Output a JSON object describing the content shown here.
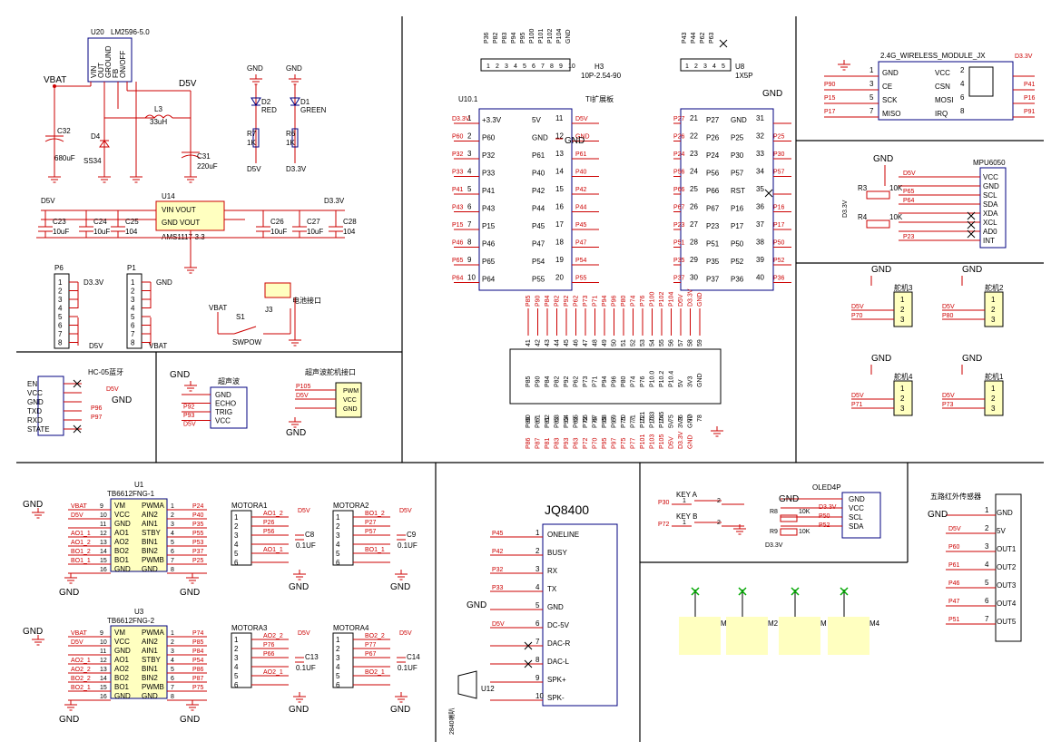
{
  "colors": {
    "wire": "#cc0000",
    "body": "#000080",
    "text": "#000000",
    "net": "#cc0000",
    "fill": "#ffffc0",
    "led": "#00aa00"
  },
  "power": {
    "u20": "U20",
    "lm2596": "LM2596-5.0",
    "vin": "VIN",
    "out": "OUT",
    "ground": "GROUND",
    "fb": "FB",
    "onoff": "ON/OFF",
    "vbat": "VBAT",
    "d5v": "D5V",
    "c32": "C32",
    "c32v": "680uF",
    "l3": "L3",
    "l3v": "33uH",
    "d4": "D4",
    "d4v": "SS34",
    "c31": "C31",
    "c31v": "220uF",
    "d2": "D2",
    "red": "RED",
    "d1": "D1",
    "green": "GREEN",
    "r7": "R7",
    "r6": "R6",
    "k1": "1K",
    "gnd": "GND",
    "d33": "D3.3V",
    "u14": "U14",
    "ams": "AMS1117-3.3",
    "vinvout": "VIN  VOUT",
    "gndvout": "GND VOUT",
    "c23": "C23",
    "c24": "C24",
    "c25": "C25",
    "c26": "C26",
    "c27": "C27",
    "c28": "C28",
    "uf10": "10uF",
    "v104": "104",
    "p6": "P6",
    "p1": "P1",
    "s1": "S1",
    "swpow": "SWPOW",
    "j3": "J3",
    "battery": "电池接口"
  },
  "ti": {
    "h3": "H3",
    "h3v": "10P-2.54-90",
    "u8": "U8",
    "u8v": "1X5P",
    "u10": "U10.1",
    "title": "TI扩展板",
    "h3pins": [
      "P36",
      "P82",
      "P83",
      "P94",
      "P95",
      "P100",
      "P101",
      "P102",
      "P104",
      "GND"
    ],
    "u8pins": [
      "P43",
      "P44",
      "P62",
      "P63",
      ""
    ],
    "left": [
      [
        "1",
        "+3.3V",
        "5V",
        "11"
      ],
      [
        "2",
        "P60",
        "GND",
        "12"
      ],
      [
        "3",
        "P32",
        "P61",
        "13"
      ],
      [
        "4",
        "P33",
        "P40",
        "14"
      ],
      [
        "5",
        "P41",
        "P42",
        "15"
      ],
      [
        "6",
        "P43",
        "P44",
        "16"
      ],
      [
        "7",
        "P15",
        "P45",
        "17"
      ],
      [
        "8",
        "P46",
        "P47",
        "18"
      ],
      [
        "9",
        "P65",
        "P54",
        "19"
      ],
      [
        "10",
        "P64",
        "P55",
        "20"
      ]
    ],
    "leftNetsL": [
      "D3.3V",
      "P60",
      "P32",
      "P33",
      "P41",
      "P43",
      "P15",
      "P46",
      "P65",
      "P64"
    ],
    "leftNetsR": [
      "D5V",
      "GND",
      "P61",
      "P40",
      "P42",
      "P44",
      "P45",
      "P47",
      "P54",
      "P55"
    ],
    "right": [
      [
        "21",
        "P27",
        "GND",
        "31"
      ],
      [
        "22",
        "P26",
        "P25",
        "32"
      ],
      [
        "23",
        "P24",
        "P30",
        "33"
      ],
      [
        "24",
        "P56",
        "P57",
        "34"
      ],
      [
        "25",
        "P66",
        "RST",
        "35"
      ],
      [
        "26",
        "P67",
        "P16",
        "36"
      ],
      [
        "27",
        "P23",
        "P17",
        "37"
      ],
      [
        "28",
        "P51",
        "P50",
        "38"
      ],
      [
        "29",
        "P35",
        "P52",
        "39"
      ],
      [
        "30",
        "P37",
        "P36",
        "40"
      ]
    ],
    "rightNetsL": [
      "P27",
      "P26",
      "P24",
      "P56",
      "P66",
      "P67",
      "P23",
      "P51",
      "P35",
      "P37"
    ],
    "rightNetsR": [
      "",
      "P25",
      "P30",
      "P57",
      "",
      "P16",
      "P17",
      "P50",
      "P52",
      "P36"
    ],
    "bottomTop": [
      "P85",
      "P90",
      "P84",
      "P82",
      "P92",
      "P62",
      "P73",
      "P71",
      "P94",
      "P96",
      "P80",
      "P74",
      "P76",
      "P100",
      "P102",
      "P104",
      "D5V",
      "D3.3V",
      "GND"
    ],
    "bottomTopNums": [
      "41",
      "42",
      "43",
      "44",
      "45",
      "46",
      "47",
      "48",
      "49",
      "50",
      "51",
      "52",
      "53",
      "54",
      "55",
      "56",
      "57",
      "58",
      "59"
    ],
    "bottomTopIn": [
      "P85",
      "P90",
      "P84",
      "P82",
      "P92",
      "P62",
      "P73",
      "P71",
      "P94",
      "P96",
      "P80",
      "P74",
      "P76",
      "P10.0",
      "P10.2",
      "P10.4",
      "5V",
      "3V3",
      "GND"
    ],
    "bottomBotIn": [
      "P86",
      "P87",
      "P81",
      "P83",
      "P93",
      "P63",
      "P72",
      "P70",
      "P95",
      "P97",
      "P75",
      "P77",
      "P10.1",
      "P10.3",
      "P10.5",
      "5V",
      "3V3",
      "GND"
    ],
    "bottomBotNums": [
      "60",
      "61",
      "62",
      "63",
      "64",
      "65",
      "66",
      "67",
      "68",
      "69",
      "70",
      "71",
      "72",
      "73",
      "74",
      "75",
      "76",
      "77",
      "78"
    ],
    "bottomBot": [
      "P86",
      "P87",
      "P81",
      "P83",
      "P93",
      "P63",
      "P72",
      "P70",
      "P95",
      "P97",
      "P75",
      "P77",
      "P101",
      "P103",
      "P105",
      "D5V",
      "D3.3V",
      "GND"
    ]
  },
  "wireless": {
    "title": "2.4G_WIRELESS_MODULE_JX",
    "d33": "D3.3V",
    "pins": [
      [
        "1",
        "GND",
        "VCC",
        "2",
        ""
      ],
      [
        "3",
        "CE",
        "CSN",
        "4",
        "P41"
      ],
      [
        "5",
        "SCK",
        "MOSI",
        "6",
        "P16"
      ],
      [
        "7",
        "MISO",
        "IRQ",
        "8",
        "P91"
      ]
    ],
    "leftNets": [
      "",
      "P90",
      "P15",
      "P17"
    ]
  },
  "mpu": {
    "title": "MPU6050",
    "gnd": "GND",
    "d5v": "D5V",
    "r3": "R3",
    "r4": "R4",
    "k10": "10K",
    "d33": "D3.3V",
    "pins": [
      "VCC",
      "GND",
      "SCL",
      "SDA",
      "XDA",
      "XCL",
      "AD0",
      "INT"
    ],
    "nets": [
      "D5V",
      "",
      "P65",
      "P64",
      "",
      "",
      "",
      "P23"
    ]
  },
  "servos": [
    {
      "name": "舵机3",
      "net": "P70"
    },
    {
      "name": "舵机2",
      "net": "P80"
    },
    {
      "name": "舵机4",
      "net": "P71"
    },
    {
      "name": "舵机1",
      "net": "P73"
    }
  ],
  "servoCommon": {
    "gnd": "GND",
    "d5v": "D5V",
    "pins": [
      "1",
      "2",
      "3"
    ]
  },
  "bt": {
    "title": "HC-05蓝牙",
    "pins": [
      "EN",
      "VCC",
      "GND",
      "TXD",
      "RXD",
      "STATE"
    ],
    "d5v": "D5V",
    "gnd": "GND",
    "p96": "P96",
    "p97": "P97"
  },
  "us": {
    "title": "超声波",
    "gnd": "GND",
    "pins": [
      "GND",
      "ECHO",
      "TRIG",
      "VCC"
    ],
    "nets": [
      "",
      "P92",
      "P93",
      "D5V"
    ]
  },
  "usServo": {
    "title": "超声波舵机接口",
    "pins": [
      "PWM",
      "VCC",
      "GND"
    ],
    "nets": [
      "P105",
      "D5V",
      ""
    ],
    "gnd": "GND"
  },
  "drivers": [
    {
      "ref": "U1",
      "part": "TB6612FNG-1",
      "l": [
        [
          "VBAT",
          "9",
          "VM"
        ],
        [
          "D5V",
          "10",
          "VCC"
        ],
        [
          "",
          "11",
          "GND"
        ],
        [
          "AO1_1",
          "12",
          "AO1"
        ],
        [
          "AO1_2",
          "13",
          "AO2"
        ],
        [
          "BO1_2",
          "14",
          "BO2"
        ],
        [
          "BO1_1",
          "15",
          "BO1"
        ],
        [
          "",
          "16",
          "GND"
        ]
      ],
      "r": [
        [
          "PWMA",
          "1",
          "P24"
        ],
        [
          "AIN2",
          "2",
          "P40"
        ],
        [
          "AIN1",
          "3",
          "P35"
        ],
        [
          "STBY",
          "4",
          "P55"
        ],
        [
          "BIN1",
          "5",
          "P53"
        ],
        [
          "BIN2",
          "6",
          "P37"
        ],
        [
          "PWMB",
          "7",
          "P25"
        ],
        [
          "GND",
          "8",
          ""
        ]
      ]
    },
    {
      "ref": "U3",
      "part": "TB6612FNG-2",
      "l": [
        [
          "VBAT",
          "9",
          "VM"
        ],
        [
          "D5V",
          "10",
          "VCC"
        ],
        [
          "",
          "11",
          "GND"
        ],
        [
          "AO2_1",
          "12",
          "AO1"
        ],
        [
          "AO2_2",
          "13",
          "AO2"
        ],
        [
          "BO2_2",
          "14",
          "BO2"
        ],
        [
          "BO2_1",
          "15",
          "BO1"
        ],
        [
          "",
          "16",
          "GND"
        ]
      ],
      "r": [
        [
          "PWMA",
          "1",
          "P74"
        ],
        [
          "AIN2",
          "2",
          "P85"
        ],
        [
          "AIN1",
          "3",
          "P84"
        ],
        [
          "STBY",
          "4",
          "P54"
        ],
        [
          "BIN1",
          "5",
          "P86"
        ],
        [
          "BIN2",
          "6",
          "P87"
        ],
        [
          "PWMB",
          "7",
          "P75"
        ],
        [
          "GND",
          "8",
          ""
        ]
      ]
    }
  ],
  "motors": [
    {
      "title": "MOTORA1",
      "n": [
        "AO1_2",
        "P26",
        "P56",
        "",
        "AO1_1"
      ],
      "cap": "C8"
    },
    {
      "title": "MOTORA2",
      "n": [
        "BO1_2",
        "P27",
        "P57",
        "",
        "BO1_1"
      ],
      "cap": "C9"
    },
    {
      "title": "MOTORA3",
      "n": [
        "AO2_2",
        "P76",
        "P66",
        "",
        "AO2_1"
      ],
      "cap": "C13"
    },
    {
      "title": "MOTORA4",
      "n": [
        "BO2_2",
        "P77",
        "P67",
        "",
        "BO2_1"
      ],
      "cap": "C14"
    }
  ],
  "motorCommon": {
    "d5v": "D5V",
    "gnd": "GND",
    "uf": "0.1UF"
  },
  "jq": {
    "title": "JQ8400",
    "pins": [
      [
        "1",
        "ONELINE",
        "P45"
      ],
      [
        "2",
        "BUSY",
        "P42"
      ],
      [
        "3",
        "RX",
        "P32"
      ],
      [
        "4",
        "TX",
        "P33"
      ],
      [
        "5",
        "GND",
        "GND"
      ],
      [
        "6",
        "DC-5V",
        "D5V"
      ],
      [
        "7",
        "DAC-R",
        ""
      ],
      [
        "8",
        "DAC-L",
        ""
      ],
      [
        "9",
        "SPK+",
        ""
      ],
      [
        "10",
        "SPK-",
        ""
      ]
    ],
    "speaker": "2840喇叭",
    "u12": "U12"
  },
  "keys": {
    "a": "KEY A",
    "b": "KEY B",
    "p30": "P30",
    "p72": "P72",
    "n1": "1",
    "n2": "2"
  },
  "oled": {
    "title": "OLED4P",
    "gnd": "GND",
    "pins": [
      "GND",
      "VCC",
      "SCL",
      "SDA"
    ],
    "nets": [
      "",
      "D3.3V",
      "P50",
      "P52"
    ],
    "r8": "R8",
    "r9": "R9",
    "k10": "10K",
    "d33": "D3.3V"
  },
  "motorsM": [
    "M",
    "M2",
    "M",
    "M4"
  ],
  "ir": {
    "title": "五路红外传感器",
    "gnd": "GND",
    "pins": [
      [
        "1",
        "GND",
        ""
      ],
      [
        "2",
        "5V",
        "D5V"
      ],
      [
        "3",
        "OUT1",
        "P60"
      ],
      [
        "4",
        "OUT2",
        "P61"
      ],
      [
        "5",
        "OUT3",
        "P46"
      ],
      [
        "6",
        "OUT4",
        "P47"
      ],
      [
        "7",
        "OUT5",
        "P51"
      ]
    ]
  }
}
